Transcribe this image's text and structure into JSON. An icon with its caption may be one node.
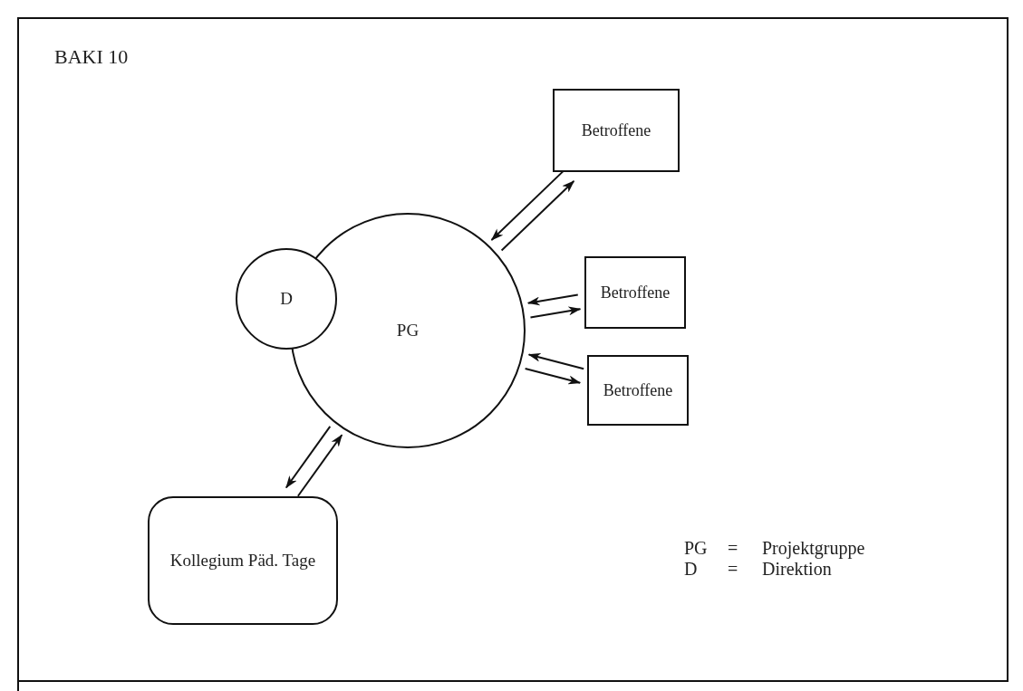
{
  "diagram": {
    "title": "BAKI 10",
    "nodes": [
      {
        "text": [
          "PG"
        ]
      },
      {
        "text": [
          "D"
        ]
      },
      {
        "text": [
          "Betroffene"
        ]
      },
      {
        "text": [
          "Betroffene"
        ]
      },
      {
        "text": [
          "Betroffene"
        ]
      },
      {
        "text": [
          "Kollegium Päd. Tage"
        ]
      }
    ],
    "edges": [
      {
        "from": 0,
        "to": 2,
        "arrow": "to"
      },
      {
        "from": 2,
        "to": 0,
        "arrow": "to"
      },
      {
        "from": 3,
        "to": 0,
        "arrow": "to"
      },
      {
        "from": 0,
        "to": 3,
        "arrow": "to"
      },
      {
        "from": 4,
        "to": 0,
        "arrow": "to"
      },
      {
        "from": 0,
        "to": 4,
        "arrow": "to"
      },
      {
        "from": 5,
        "to": 0,
        "arrow": "to"
      },
      {
        "from": 0,
        "to": 5,
        "arrow": "to"
      }
    ],
    "labels": [
      "PG",
      "=",
      "Projektgruppe",
      "D",
      "=",
      "Direktion"
    ]
  }
}
